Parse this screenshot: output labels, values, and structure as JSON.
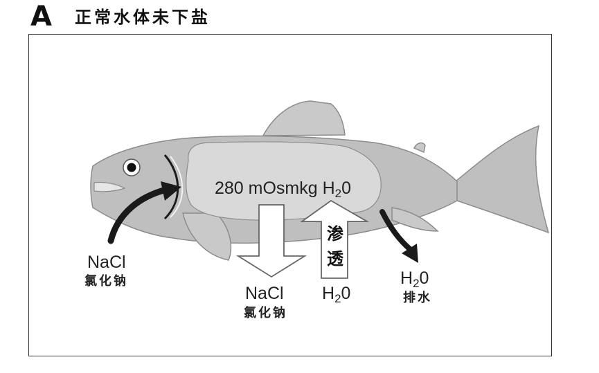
{
  "header": {
    "panel_letter": "A",
    "title": "正常水体未下盐"
  },
  "body_label": {
    "prefix": "280 mOsmkg H",
    "sub": "2",
    "suffix": "0"
  },
  "gill_uptake": {
    "formula": "NaCl",
    "chinese": "氯化钠"
  },
  "salt_loss": {
    "formula": "NaCl",
    "chinese": "氯化钠"
  },
  "osmosis": {
    "chars": [
      "渗",
      "透"
    ],
    "formula_prefix": "H",
    "formula_sub": "2",
    "formula_suffix": "0"
  },
  "water_excretion": {
    "formula_prefix": "H",
    "formula_sub": "2",
    "formula_suffix": "0",
    "chinese": "排水"
  },
  "colors": {
    "fish_body": "#bfbfbf",
    "fish_fin": "#c9c9c9",
    "body_cavity": "#d9d9d9",
    "arrow_dark": "#1a1a1a",
    "arrow_white": "#ffffff"
  }
}
